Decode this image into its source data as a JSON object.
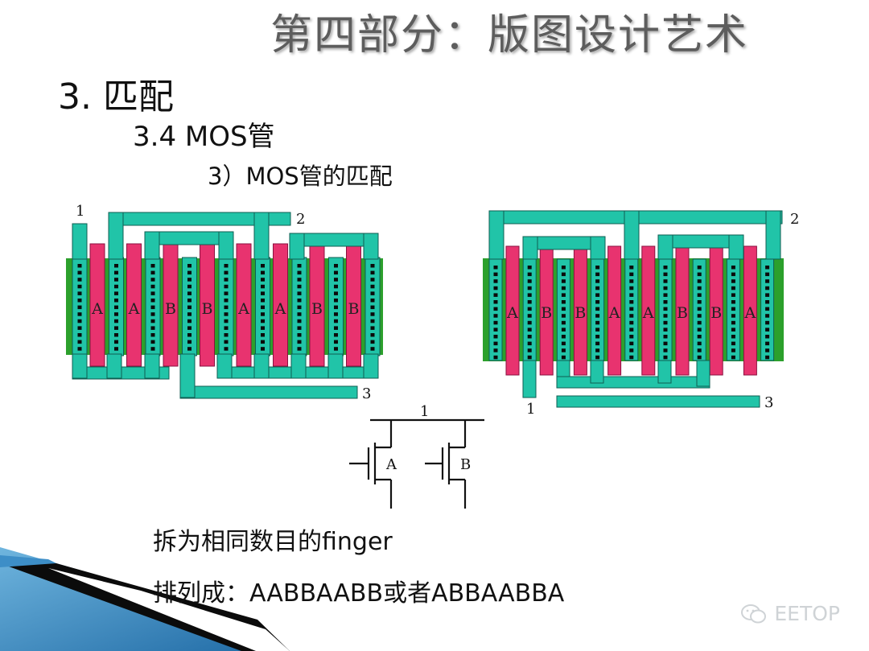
{
  "slide": {
    "title": "第四部分：版图设计艺术",
    "heading1": "3. 匹配",
    "heading2": "3.4  MOS管",
    "heading3": "3）MOS管的匹配",
    "line1": "拆为相同数目的finger",
    "line2": "排列成：AABBAABB或者ABBAABBA",
    "watermark": "EETOP"
  },
  "layout_left": {
    "fingers": [
      "A",
      "A",
      "B",
      "B",
      "A",
      "A",
      "B",
      "B"
    ],
    "terminals": [
      "1",
      "2",
      "3"
    ]
  },
  "layout_right": {
    "fingers": [
      "A",
      "B",
      "B",
      "A",
      "A",
      "B",
      "B",
      "A"
    ],
    "terminals": [
      "2",
      "1",
      "3"
    ]
  },
  "schematic": {
    "node_label": "1",
    "devices": [
      "A",
      "B"
    ]
  },
  "colors": {
    "active": "#2ca02c",
    "gate": "#e8336f",
    "metal": "#21c4a8",
    "contact": "#0a0a0a",
    "title": "#5d5d5d",
    "decor_blue": "#2d7bb6"
  }
}
